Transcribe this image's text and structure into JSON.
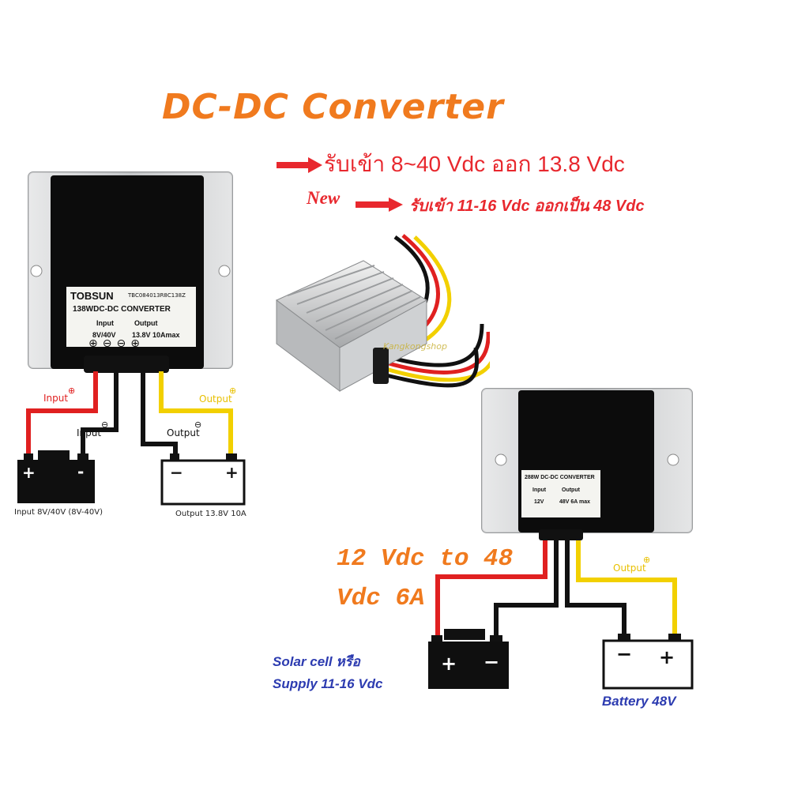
{
  "title": "DC-DC Converter",
  "spec_line_1": "รับเข้า 8~40 Vdc ออก 13.8 Vdc",
  "new_badge": "New",
  "spec_line_2": "รับเข้า 11-16 Vdc ออกเป็น  48 Vdc",
  "left_unit": {
    "brand": "TOBSUN",
    "model_code": "TBC084013R8C138Z",
    "model": "138WDC-DC CONVERTER",
    "input_header": "Input",
    "output_header": "Output",
    "input_value": "8V/40V",
    "output_value": "13.8V  10Amax"
  },
  "left_diagram": {
    "input_pos_label": "Input",
    "input_neg_label": "Input",
    "output_neg_label": "Output",
    "output_pos_label": "Output",
    "input_caption": "Input 8V/40V (8V-40V)",
    "output_caption": "Output 13.8V 10A"
  },
  "watermark": "Kangkongshop",
  "right_unit": {
    "model": "288W DC-DC CONVERTER",
    "input_header": "Input",
    "output_header": "Output",
    "input_value": "12V",
    "output_value": "48V  6A max"
  },
  "right_diagram": {
    "output_label": "Output",
    "spec_line_a": "12 Vdc to 48",
    "spec_line_b": "Vdc 6A",
    "source_line_a": "Solar cell หรือ",
    "source_line_b": "Supply 11-16 Vdc",
    "battery_label": "Battery 48V"
  },
  "colors": {
    "orange": "#f07a1e",
    "red": "#e8282e",
    "blue": "#2c3bb0",
    "wire_red": "#e02020",
    "wire_yellow": "#f2d000"
  }
}
